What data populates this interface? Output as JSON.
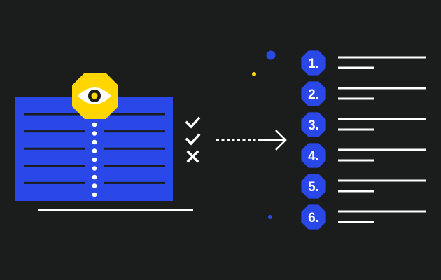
{
  "colors": {
    "background": "#1b1c1c",
    "blue": "#2a48e8",
    "yellow": "#ffd600",
    "white": "#ffffff",
    "dark": "#1b1c1c"
  },
  "document": {
    "row_count": 5,
    "badge_icon": "eye-icon"
  },
  "checks": [
    {
      "icon": "check-icon",
      "status": "pass"
    },
    {
      "icon": "check-icon",
      "status": "pass"
    },
    {
      "icon": "cross-icon",
      "status": "fail"
    }
  ],
  "arrow_icon": "dotted-arrow-right-icon",
  "steps": [
    {
      "label": "1."
    },
    {
      "label": "2."
    },
    {
      "label": "3."
    },
    {
      "label": "4."
    },
    {
      "label": "5."
    },
    {
      "label": "6."
    }
  ]
}
